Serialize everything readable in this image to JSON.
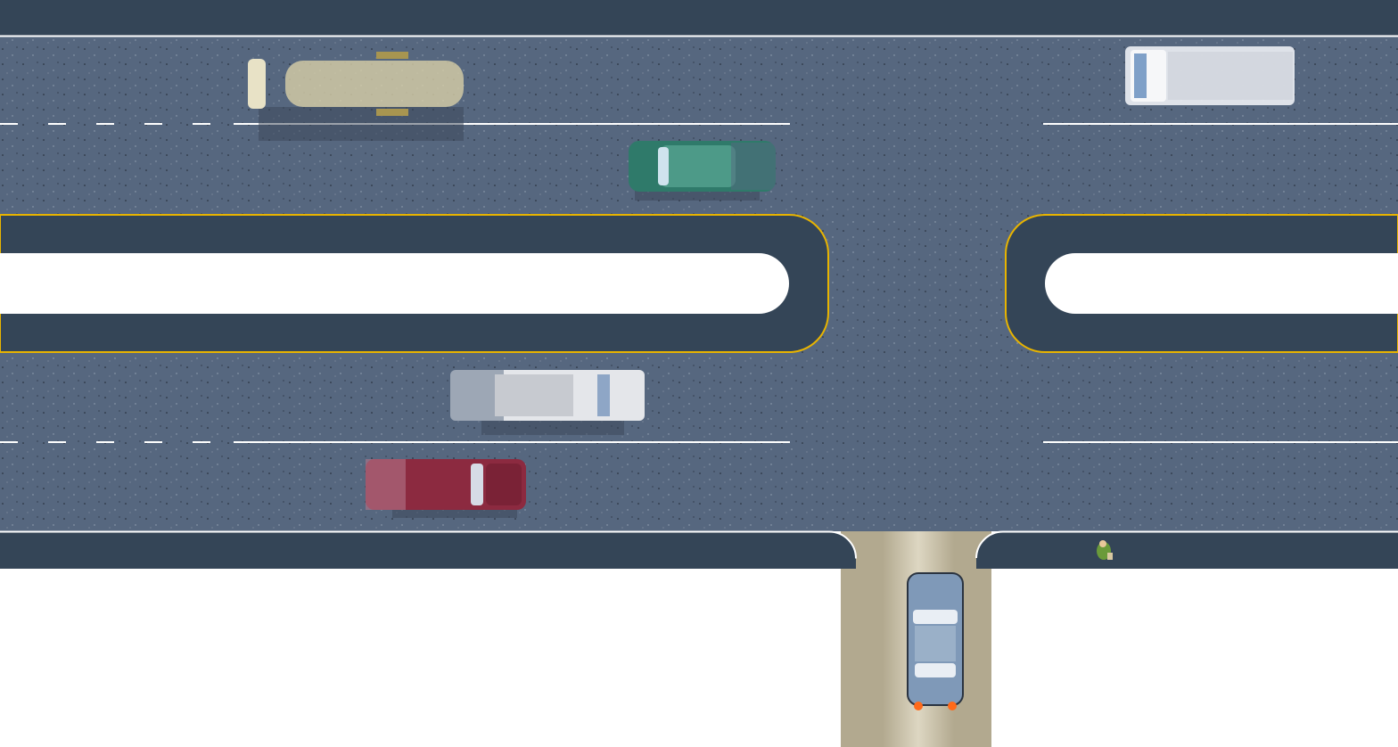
{
  "scene": {
    "type": "road-intersection-illustration",
    "colors": {
      "asphalt": "#56677f",
      "curb": "#344557",
      "median_line": "#e8b400",
      "lane_line": "#ffffff",
      "gravel": "#b2a98f",
      "background": "#ffffff"
    },
    "vehicles": [
      {
        "kind": "tanker-truck",
        "color": "#b7a56a",
        "direction": "right",
        "motion": "blurred"
      },
      {
        "kind": "van",
        "color": "#e6e9ef",
        "direction": "right",
        "motion": "blurred"
      },
      {
        "kind": "sedan",
        "color": "#2f7a6a",
        "direction": "right",
        "motion": "blurred"
      },
      {
        "kind": "pickup",
        "color": "#e4e6ea",
        "direction": "right",
        "motion": "blurred"
      },
      {
        "kind": "sedan",
        "color": "#8c2a40",
        "direction": "right",
        "motion": "blurred"
      },
      {
        "kind": "station-wagon",
        "color": "#7f99b8",
        "direction": "up",
        "motion": "stopped",
        "lights": "#ff6a1a"
      }
    ],
    "pedestrian": {
      "color": "#6a9a3a"
    }
  }
}
